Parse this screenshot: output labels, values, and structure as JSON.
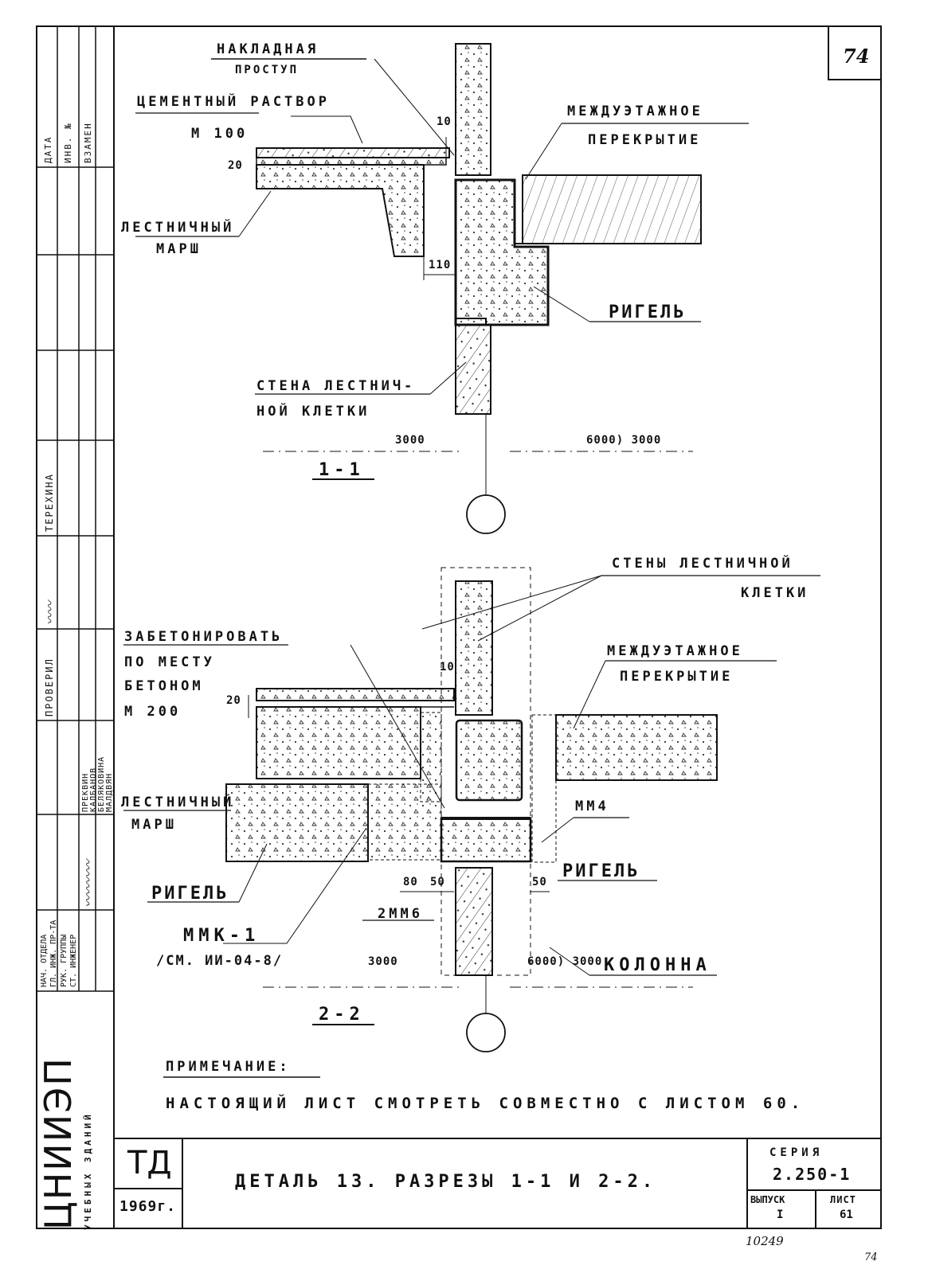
{
  "sheet_number": "74",
  "section_1": {
    "labels": {
      "overlay_strip_1": "НАКЛАДНАЯ",
      "overlay_strip_2": "ПРОСТУП",
      "mortar_1": "ЦЕМЕНТНЫЙ РАСТВОР",
      "mortar_2": "М 100",
      "floor_1": "МЕЖДУЭТАЖНОЕ",
      "floor_2": "ПЕРЕКРЫТИЕ",
      "flight_1": "ЛЕСТНИЧНЫЙ",
      "flight_2": "МАРШ",
      "crossbar": "РИГЕЛЬ",
      "wall_1": "СТЕНА ЛЕСТНИЧ-",
      "wall_2": "НОЙ КЛЕТКИ"
    },
    "dims": {
      "d20": "20",
      "d10": "10",
      "d110": "110",
      "d3000": "3000",
      "d6000": "6000) 3000"
    },
    "title": "1-1"
  },
  "section_2": {
    "labels": {
      "walls_1": "СТЕНЫ ЛЕСТНИЧНОЙ",
      "walls_2": "КЛЕТКИ",
      "concrete_1": "ЗАБЕТОНИРОВАТЬ",
      "concrete_2": "ПО МЕСТУ",
      "concrete_3": "БЕТОНОМ",
      "concrete_4": "М 200",
      "floor_1": "МЕЖДУЭТАЖНОЕ",
      "floor_2": "ПЕРЕКРЫТИЕ",
      "flight_1": "ЛЕСТНИЧНЫЙ",
      "flight_2": "МАРШ",
      "mm4": "ММ4",
      "crossbar_left": "РИГЕЛЬ",
      "crossbar_right": "РИГЕЛЬ",
      "mm6": "2ММ6",
      "mmk_1": "ММК-1",
      "mmk_2": "/СМ. ИИ-04-8/",
      "column": "КОЛОННА"
    },
    "dims": {
      "d20": "20",
      "d10": "10",
      "d80": "80",
      "d50a": "50",
      "d50b": "50",
      "d3000": "3000",
      "d6000": "6000) 3000"
    },
    "title": "2-2"
  },
  "note": {
    "heading": "ПРИМЕЧАНИЕ:",
    "text": "НАСТОЯЩИЙ ЛИСТ СМОТРЕТЬ СОВМЕСТНО С ЛИСТОМ 60."
  },
  "title_block": {
    "org_mark": "ТД",
    "year": "1969г.",
    "title": "ДЕТАЛЬ 13. РАЗРЕЗЫ 1-1 И 2-2.",
    "series_label": "СЕРИЯ",
    "series_value": "2.250-1",
    "issue_label": "ВЫПУСК",
    "issue_value": "I",
    "sheet_label": "ЛИСТ",
    "sheet_value": "61",
    "archive_number": "10249",
    "page_number": "74"
  },
  "side_stamp": {
    "org_name": "ЦНИИЭП",
    "org_subtitle": "УЧЕБНЫХ ЗДАНИЙ",
    "top_columns": [
      "ДАТА",
      "ИНВ. №",
      "ВЗАМЕН"
    ],
    "checked_by": "ПРОВЕРИЛ",
    "checked_name": "ТЕРЕХИНА",
    "roles": [
      "НАЧ. ОТДЕЛА",
      "ГЛ. ИНЖ. ПР-ТА",
      "РУК. ГРУППЫ",
      "СТ. ИНЖЕНЕР"
    ],
    "names": [
      "ПРЕКВИН",
      "КАЛБАНОВ",
      "БЕЛЯКОВИНА",
      "МАЛДВЯН"
    ]
  },
  "colors": {
    "ink": "#111111",
    "paper": "#ffffff"
  }
}
